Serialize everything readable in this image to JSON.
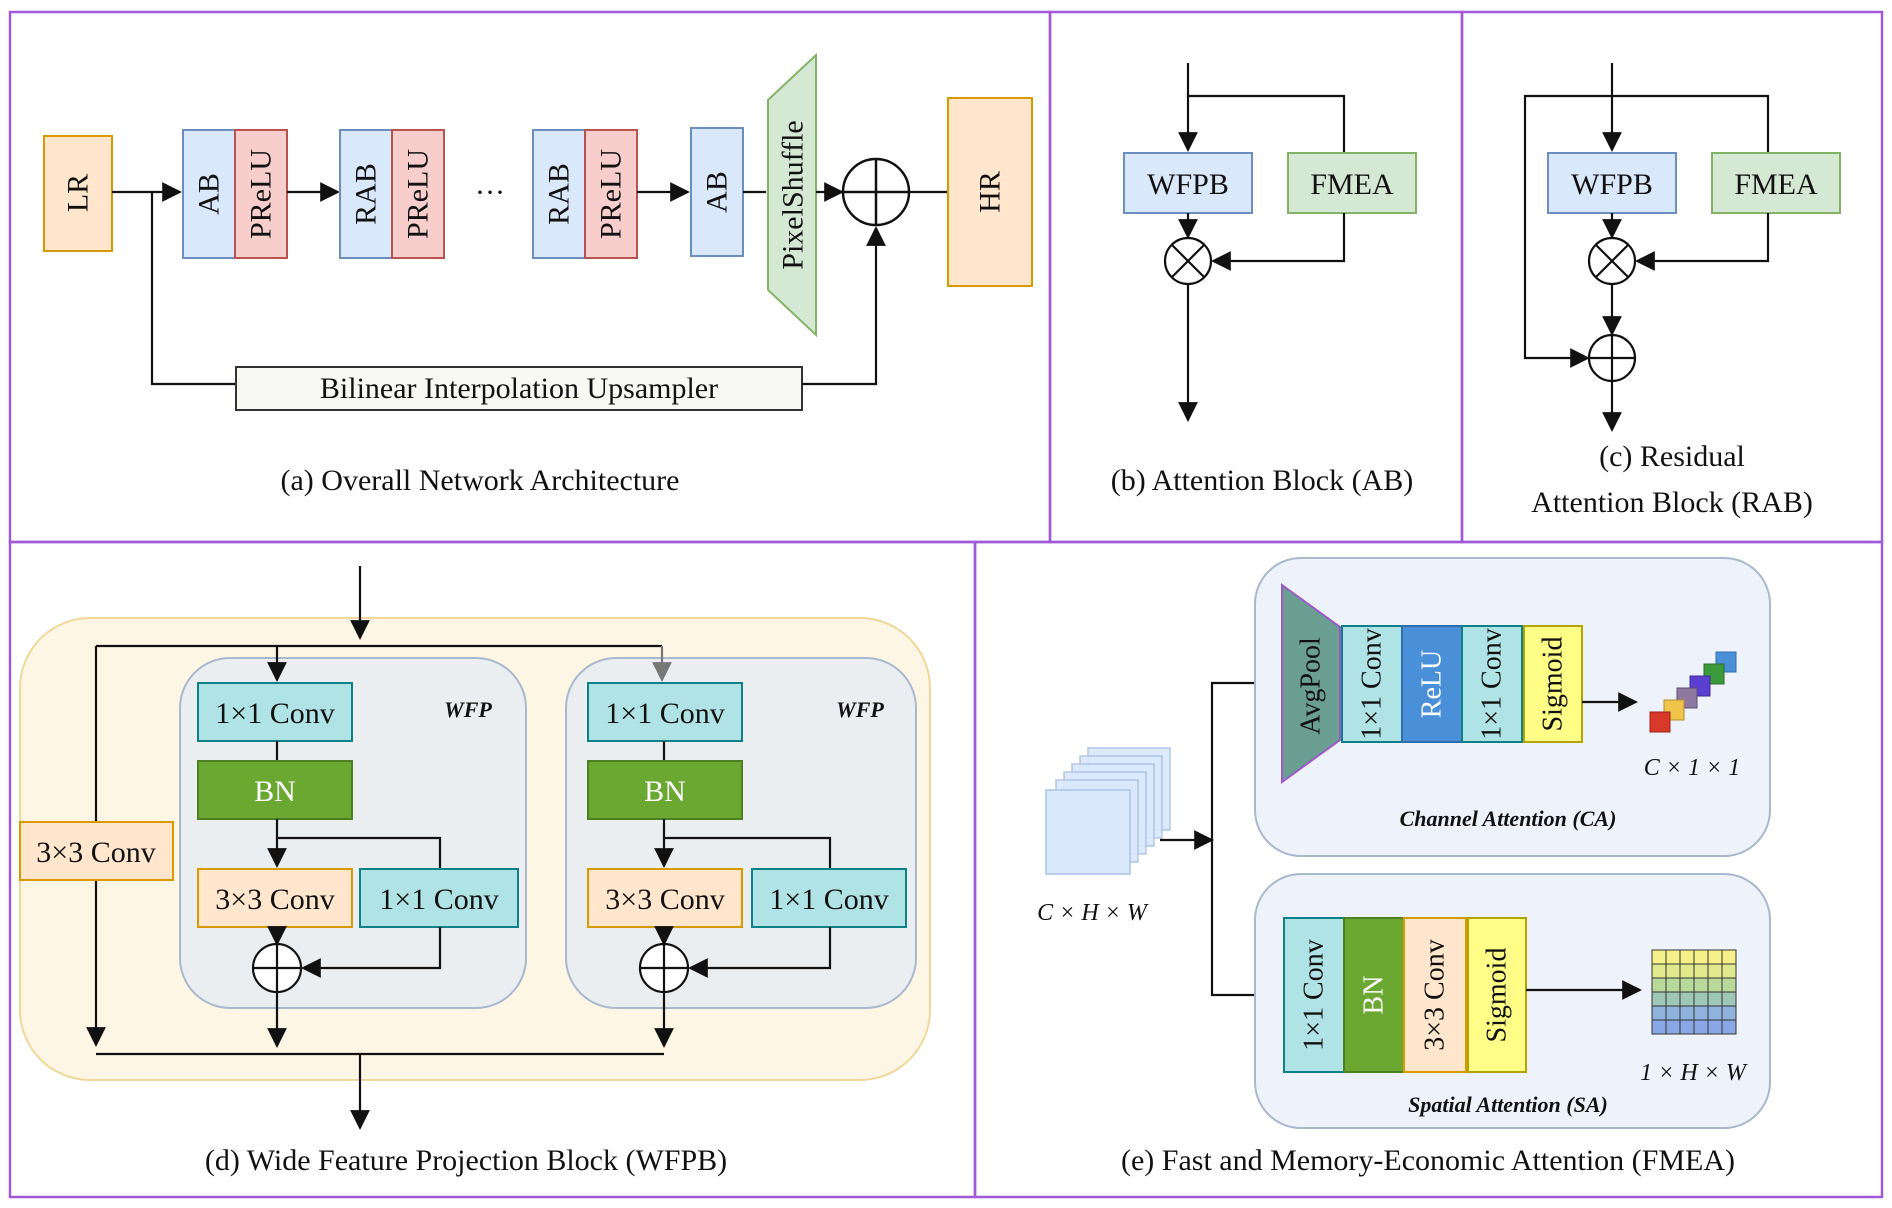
{
  "panel_a": {
    "caption": "(a) Overall Network Architecture",
    "lr": "LR",
    "hr": "HR",
    "ab": "AB",
    "rab": "RAB",
    "prelu": "PReLU",
    "dots": "···",
    "pixelshuffle": "PixelShuffle",
    "upsampler": "Bilinear Interpolation Upsampler"
  },
  "panel_b": {
    "caption": "(b) Attention Block (AB)",
    "wfpb": "WFPB",
    "fmea": "FMEA"
  },
  "panel_c": {
    "caption_line1": "(c) Residual",
    "caption_line2": "Attention Block (RAB)",
    "wfpb": "WFPB",
    "fmea": "FMEA"
  },
  "panel_d": {
    "caption": "(d) Wide Feature Projection Block (WFPB)",
    "wfp_label": "WFP",
    "conv1x1": "1×1 Conv",
    "bn": "BN",
    "conv3x3": "3×3 Conv"
  },
  "panel_e": {
    "caption": "(e) Fast and Memory-Economic Attention (FMEA)",
    "input_dims": "C × H × W",
    "avgpool": "AvgPool",
    "conv1x1": "1×1 Conv",
    "relu": "ReLU",
    "sigmoid": "Sigmoid",
    "bn": "BN",
    "conv3x3": "3×3 Conv",
    "ca_title": "Channel Attention (CA)",
    "ca_dims": "C × 1 × 1",
    "sa_title": "Spatial Attention (SA)",
    "sa_dims": "1 × H × W"
  },
  "colors": {
    "frame": "#a05ad8",
    "blue_fill": "#dae8fc",
    "blue_stroke": "#6c8ebf",
    "red_fill": "#f8cecc",
    "red_stroke": "#b85450",
    "orange_fill": "#ffe6cc",
    "orange_stroke": "#d79b00",
    "green_fill": "#d5e8d4",
    "green_stroke": "#82b366",
    "teal_fill": "#b0e3e6",
    "teal_stroke": "#0e8088",
    "bn_green": "#6aa832",
    "relu_blue": "#4a90d9",
    "sigmoid_yellow": "#ffff88"
  }
}
